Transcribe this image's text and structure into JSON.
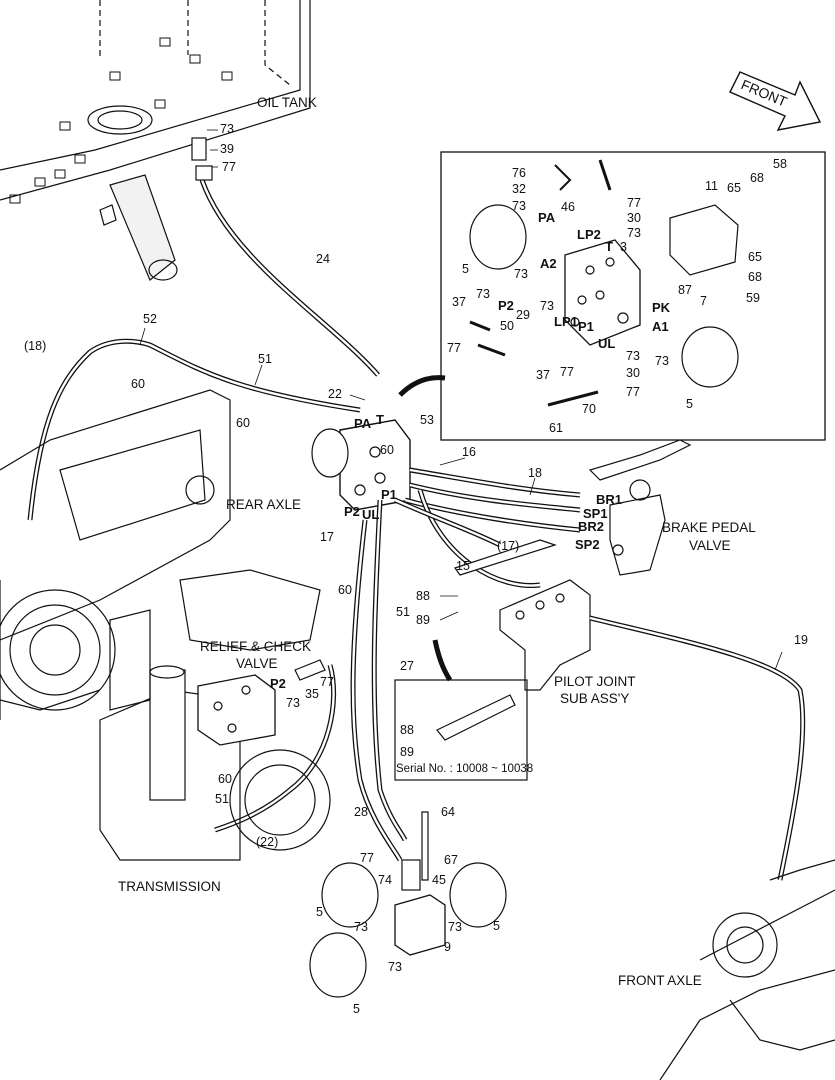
{
  "captions": {
    "oil_tank": "OIL TANK",
    "rear_axle": "REAR AXLE",
    "brake_pedal_valve_1": "BRAKE PEDAL",
    "brake_pedal_valve_2": "VALVE",
    "relief_check_1": "RELIEF & CHECK",
    "relief_check_2": "VALVE",
    "pilot_joint_1": "PILOT JOINT",
    "pilot_joint_2": "SUB ASS'Y",
    "transmission": "TRANSMISSION",
    "front_axle": "FRONT AXLE",
    "front_arrow": "FRONT",
    "serial": "Serial No. : 10008 ~ 10038"
  },
  "ports": {
    "pa_main": "PA",
    "t_main": "T",
    "p1_main": "P1",
    "p2_main": "P2",
    "ul_main": "UL",
    "br1": "BR1",
    "sp1": "SP1",
    "br2": "BR2",
    "sp2": "SP2",
    "pa_inset": "PA",
    "lp2": "LP2",
    "t_inset": "T",
    "a2": "A2",
    "p2_inset": "P2",
    "lp1": "LP1",
    "p1_inset": "P1",
    "ul_inset": "UL",
    "pk": "PK",
    "a1": "A1",
    "p2_relief": "P2"
  },
  "callouts": {
    "c73_tank": "73",
    "c39": "39",
    "c77_tank": "77",
    "c24": "24",
    "c18_paren": "(18)",
    "c52": "52",
    "c60_a": "60",
    "c51_a": "51",
    "c60_b": "60",
    "c22": "22",
    "c53": "53",
    "c60_c": "60",
    "c16": "16",
    "c18": "18",
    "c17": "17",
    "c17_paren": "(17)",
    "c15": "15",
    "c60_d": "60",
    "c51_b": "51",
    "c27": "27",
    "c88_a": "88",
    "c89_a": "89",
    "c19": "19",
    "c77_relief": "77",
    "c35": "35",
    "c73_relief": "73",
    "c88_b": "88",
    "c89_b": "89",
    "c60_e": "60",
    "c51_c": "51",
    "c22_paren": "(22)",
    "c28": "28",
    "c64": "64",
    "c77_acc": "77",
    "c67": "67",
    "c74": "74",
    "c45": "45",
    "c5_a": "5",
    "c73_a": "73",
    "c73_b": "73",
    "c5_b": "5",
    "c9": "9",
    "c73_c": "73",
    "c5_c": "5",
    "i76": "76",
    "i32": "32",
    "i73_a": "73",
    "i46": "46",
    "i77_a": "77",
    "i30_a": "30",
    "i73_b": "73",
    "i3": "3",
    "i11": "11",
    "i65_a": "65",
    "i68_a": "68",
    "i58": "58",
    "i65_b": "65",
    "i68_b": "68",
    "i59": "59",
    "i5_a": "5",
    "i73_c": "73",
    "i37_a": "37",
    "i73_d": "73",
    "i73_e": "73",
    "i87": "87",
    "i7": "7",
    "i29": "29",
    "i50": "50",
    "i77_b": "77",
    "i37_b": "37",
    "i77_c": "77",
    "i73_f": "73",
    "i30_b": "30",
    "i77_d": "77",
    "i70": "70",
    "i61": "61",
    "i5_b": "5",
    "i73_g": "73"
  },
  "colors": {
    "line": "#111111",
    "fill": "#ffffff",
    "shade": "#d9d9d9"
  }
}
